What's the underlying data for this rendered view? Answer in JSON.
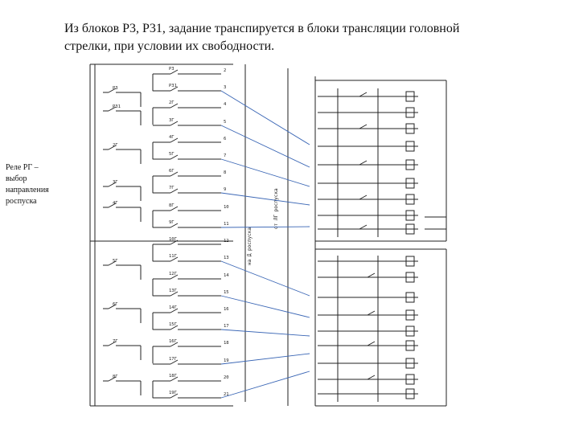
{
  "slide": {
    "title_line1": "Из блоков Р3, Р31, задание транспируется в блоки трансляции головной",
    "title_line2": "стрелки, при условии их свободности.",
    "side_label": [
      "Реле РГ –",
      "выбор",
      "направления",
      "роспуска"
    ]
  },
  "diagram": {
    "contact_labels": [
      "Р3",
      "Р31",
      "2Г",
      "3Г",
      "4Г",
      "5Г",
      "6Г",
      "7Г",
      "8Г",
      "9Г",
      "10Г",
      "11Г",
      "12Г",
      "13Г",
      "14Г",
      "15Г",
      "16Г",
      "17Г",
      "18Г",
      "19Г"
    ],
    "wire_numbers": [
      "2",
      "3",
      "4",
      "5",
      "6",
      "7",
      "8",
      "9",
      "10",
      "11",
      "12",
      "13",
      "14",
      "15",
      "16",
      "17",
      "18",
      "19",
      "20",
      "21"
    ],
    "vertical_labels": [
      "на Д роспуска",
      "от ЛГ роспуска"
    ],
    "colors": {
      "ink": "#222222",
      "connector": "#3a66b5"
    }
  }
}
